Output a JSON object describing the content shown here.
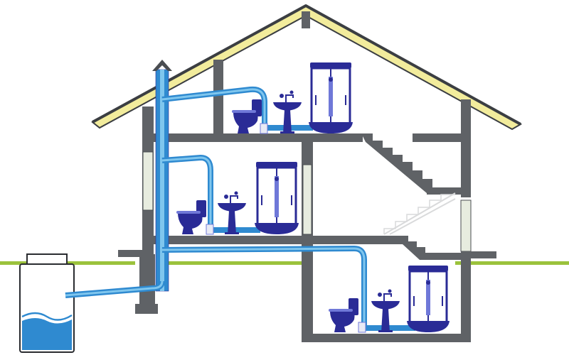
{
  "colors": {
    "background": "#ffffff",
    "wall": "#5f6266",
    "wall_dark": "#4a4d51",
    "roof_fill": "#f2ec9c",
    "roof_edge": "#3b3e42",
    "ground": "#9bc23c",
    "ground_fill": "#f6f8e6",
    "pipe_blue": "#2f8ad0",
    "pipe_light": "#7fc6ee",
    "fixture": "#2a2b96",
    "fixture_light": "#6f78d8",
    "water": "#2f8ad0",
    "tank_outline": "#2a2c30",
    "window": "#e7ecdf",
    "rail": "#d9dadb"
  },
  "icons": {
    "toilet": "toilet-icon",
    "sink": "sink-icon",
    "shower": "shower-cabin-icon",
    "vent_cap": "vent-arrow-icon",
    "septic": "septic-tank-icon"
  },
  "floors": [
    {
      "level": "attic",
      "fixtures": [
        "toilet",
        "sink",
        "shower"
      ]
    },
    {
      "level": "ground-floor",
      "fixtures": [
        "toilet",
        "sink",
        "shower"
      ]
    },
    {
      "level": "basement",
      "fixtures": [
        "toilet",
        "sink",
        "shower"
      ]
    }
  ]
}
